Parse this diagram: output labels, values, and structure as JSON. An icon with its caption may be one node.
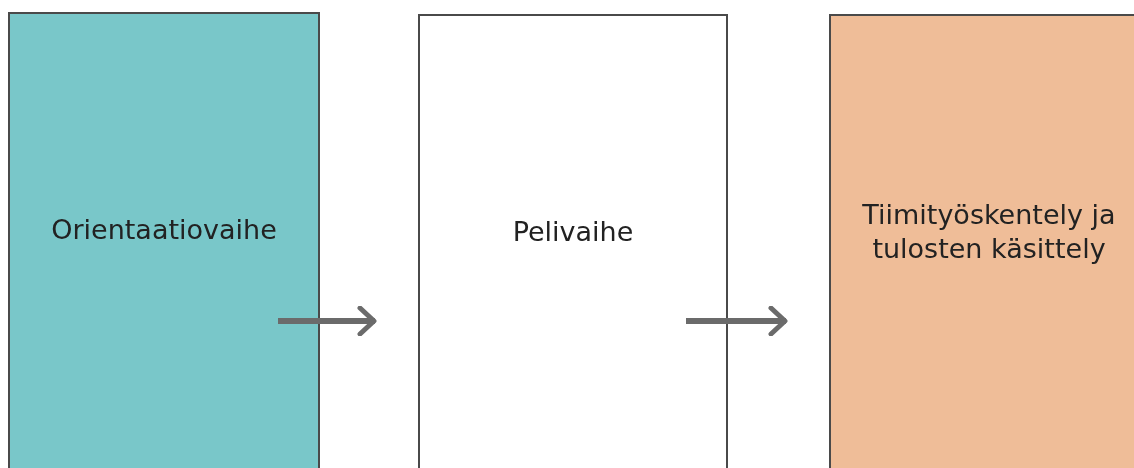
{
  "diagram": {
    "nodes": [
      {
        "text": [
          "Orientaatiovaihe"
        ]
      },
      {
        "text": [
          "Pelivaihe"
        ]
      },
      {
        "text": [
          "Tiimityöskentely ja tulosten käsittely"
        ]
      }
    ],
    "edges": [
      {
        "from": 0,
        "to": 1,
        "arrow": "to"
      },
      {
        "from": 1,
        "to": 2,
        "arrow": "to"
      }
    ]
  }
}
